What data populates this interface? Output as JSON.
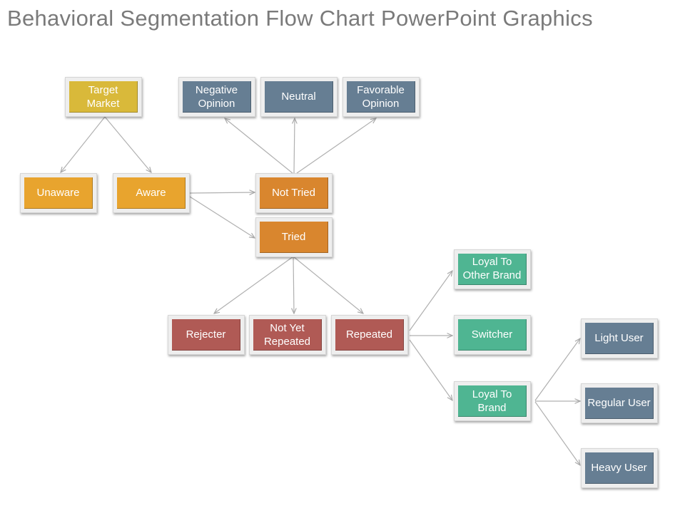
{
  "title": "Behavioral Segmentation Flow Chart PowerPoint Graphics",
  "colors": {
    "yellow": "#d9b93a",
    "orange": "#e8a42e",
    "dark_orange": "#d9862e",
    "slate": "#667e93",
    "red": "#b05a55",
    "green": "#4fb592",
    "connector": "#b0b0b0"
  },
  "nodes": {
    "target_market": "Target Market",
    "unaware": "Unaware",
    "aware": "Aware",
    "negative_opinion": "Negative Opinion",
    "neutral": "Neutral",
    "favorable_opinion": "Favorable Opinion",
    "not_tried": "Not Tried",
    "tried": "Tried",
    "rejecter": "Rejecter",
    "not_yet_repeated": "Not Yet Repeated",
    "repeated": "Repeated",
    "loyal_to_other_brand": "Loyal To Other Brand",
    "switcher": "Switcher",
    "loyal_to_brand": "Loyal To Brand",
    "light_user": "Light User",
    "regular_user": "Regular User",
    "heavy_user": "Heavy User"
  }
}
